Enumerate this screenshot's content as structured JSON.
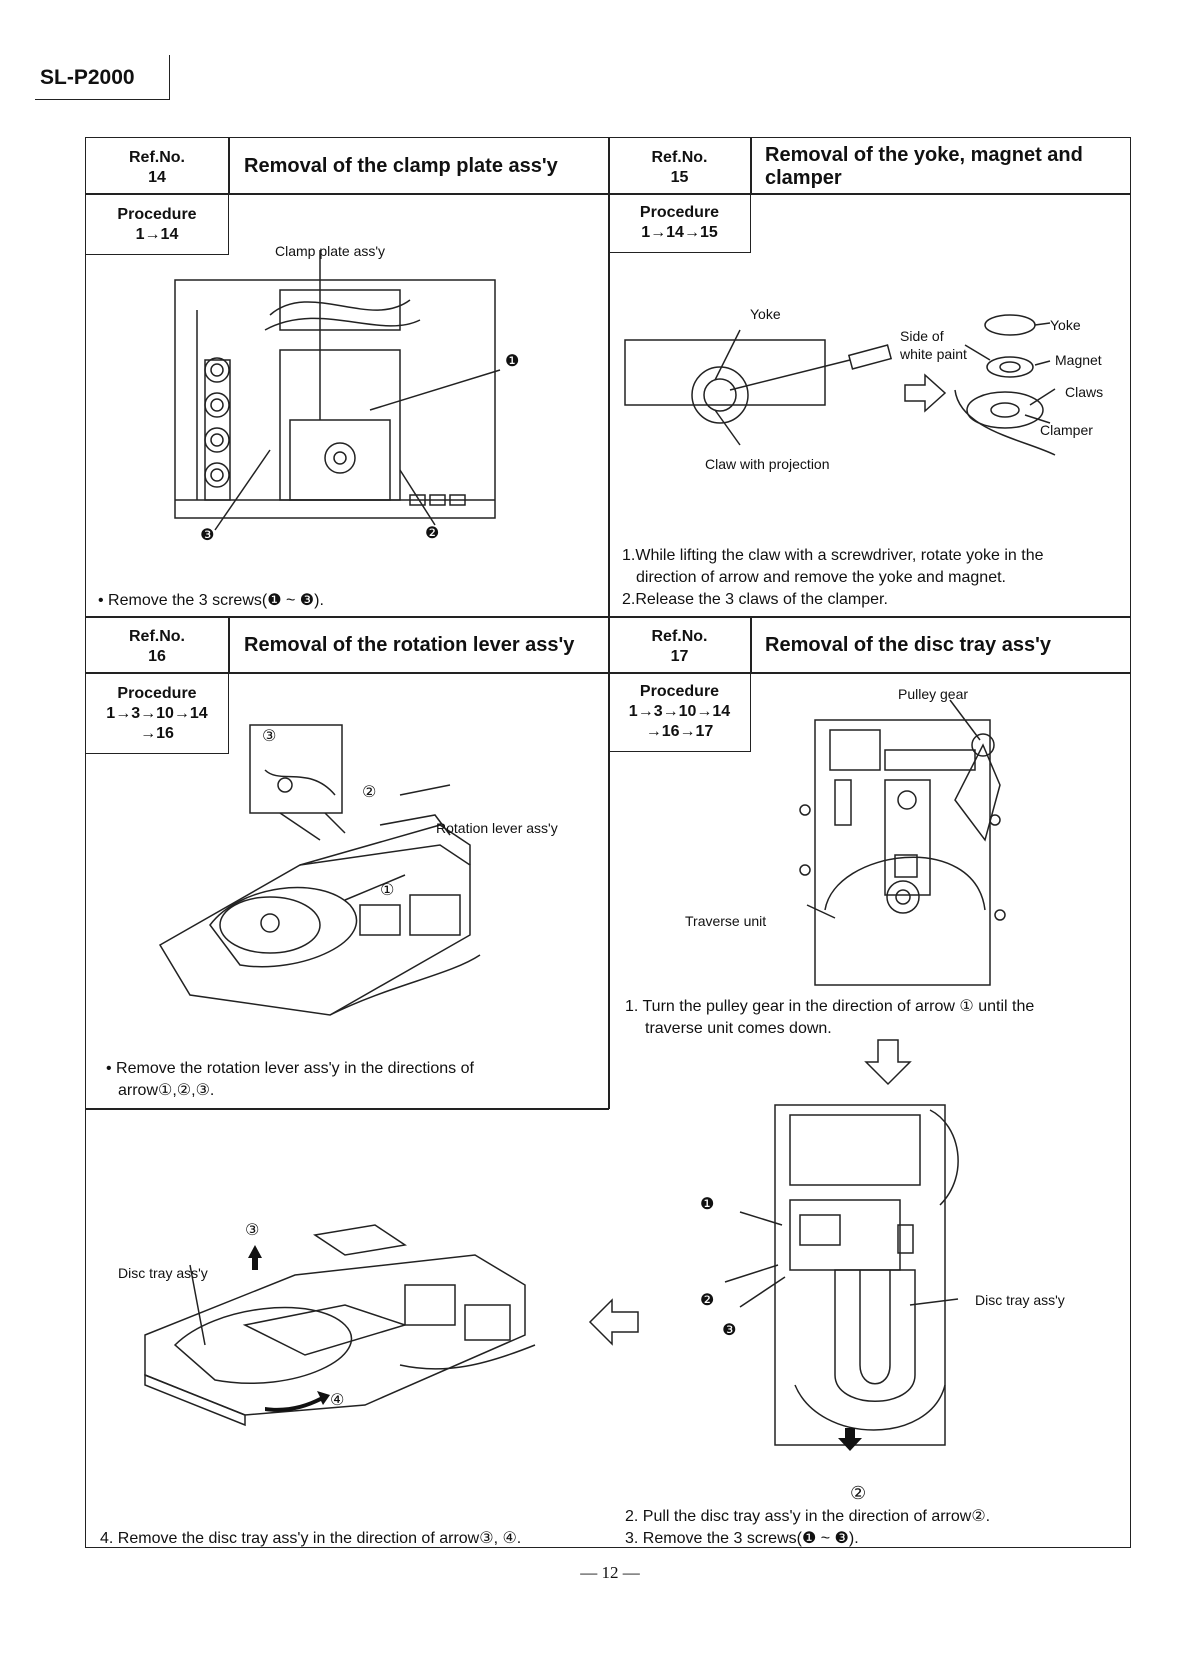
{
  "header": {
    "model": "SL-P2000"
  },
  "sections": {
    "s14": {
      "ref_label": "Ref.No.",
      "ref_no": "14",
      "title": "Removal of the clamp plate ass'y",
      "procedure_label": "Procedure",
      "procedure": "1→14",
      "labels": {
        "part": "Clamp plate ass'y"
      },
      "caption": "• Remove the 3 screws(❶ ~ ❸)."
    },
    "s15": {
      "ref_label": "Ref.No.",
      "ref_no": "15",
      "title_line1": "Removal of the yoke, magnet and",
      "title_line2": "clamper",
      "procedure_label": "Procedure",
      "procedure": "1→14→15",
      "labels": {
        "yoke": "Yoke",
        "yoke2": "Yoke",
        "side1": "Side of",
        "side2": "white paint",
        "magnet": "Magnet",
        "claws": "Claws",
        "clamper": "Clamper",
        "claw": "Claw with projection"
      },
      "step1a": "1.While lifting the claw with a screwdriver, rotate yoke in the",
      "step1b": "direction of arrow and remove the yoke and magnet.",
      "step2": "2.Release the 3 claws of the clamper."
    },
    "s16": {
      "ref_label": "Ref.No.",
      "ref_no": "16",
      "title": "Removal of the rotation lever ass'y",
      "procedure_label": "Procedure",
      "procedure_line1": "1→3→10→14",
      "procedure_line2": "→16",
      "labels": {
        "part": "Rotation lever ass'y"
      },
      "caption1": "• Remove the rotation lever ass'y in the directions of",
      "caption2": "arrow①,②,③."
    },
    "s17": {
      "ref_label": "Ref.No.",
      "ref_no": "17",
      "title": "Removal of the disc tray ass'y",
      "procedure_label": "Procedure",
      "procedure_line1": "1→3→10→14",
      "procedure_line2": "→16→17",
      "labels": {
        "pulley": "Pulley gear",
        "traverse": "Traverse unit",
        "tray_right": "Disc tray ass'y",
        "tray_left": "Disc tray ass'y"
      },
      "step1a": "1. Turn the pulley gear in the direction of arrow ① until the",
      "step1b": "traverse unit comes down.",
      "step2": "2. Pull the disc tray ass'y in the direction of arrow②.",
      "step3": "3. Remove the 3 screws(❶ ~ ❸).",
      "step4": "4. Remove the disc tray ass'y in the direction of arrow③, ④."
    }
  },
  "footer": {
    "page": "— 12 —"
  },
  "markers": {
    "s1": "❶",
    "s2": "❷",
    "s3": "❸",
    "a1": "①",
    "a2": "②",
    "a3": "③",
    "a4": "④"
  }
}
